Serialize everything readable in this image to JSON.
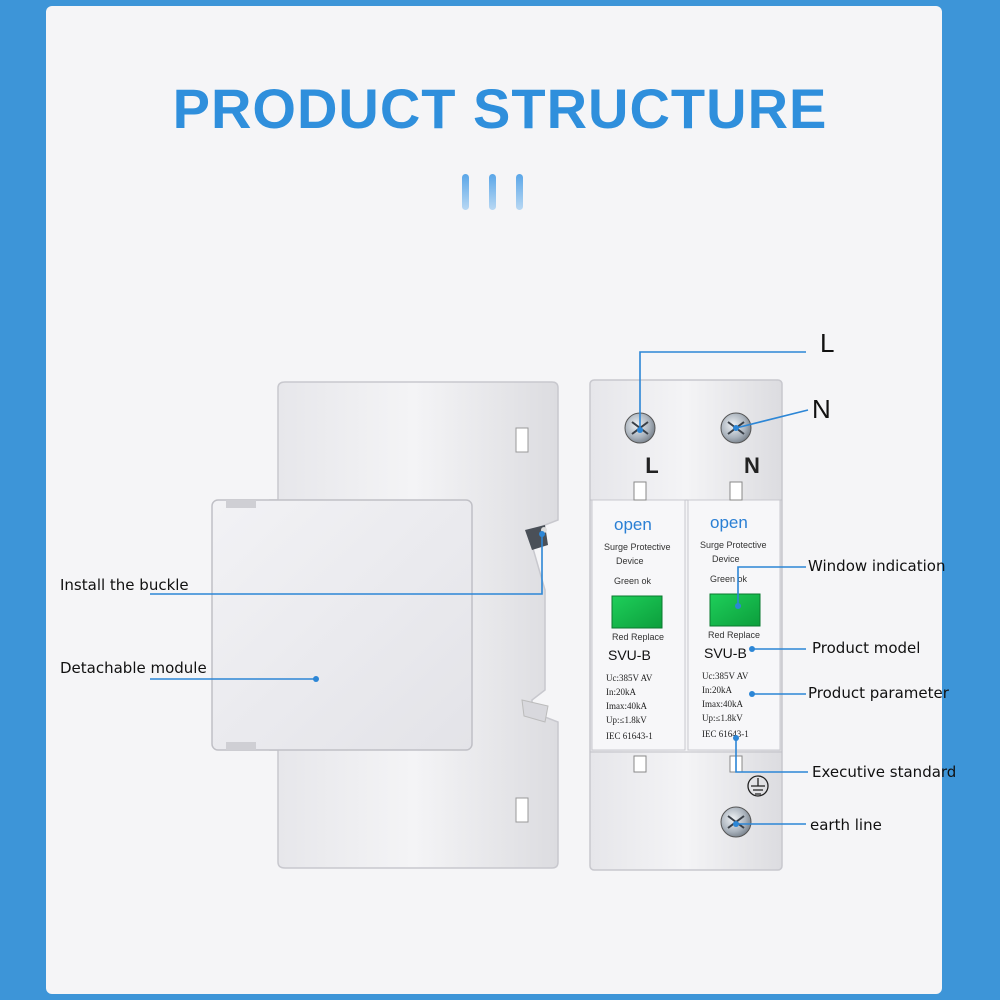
{
  "title": "PRODUCT STRUCTURE",
  "terminals": {
    "top_left": "L",
    "top_right": "N"
  },
  "modules": [
    {
      "brand": "open",
      "line1": "Surge Protective",
      "line2": "Device",
      "green_text": "Green  ok",
      "red_text": "Red Replace",
      "model": "SVU-B",
      "specs": [
        "Uc:385V AV",
        "In:20kA",
        "Imax:40kA",
        "Up:≤1.8kV",
        "IEC 61643-1"
      ]
    },
    {
      "brand": "open",
      "line1": "Surge Protective",
      "line2": "Device",
      "green_text": "Green  ok",
      "red_text": "Red Replace",
      "model": "SVU-B",
      "specs": [
        "Uc:385V AV",
        "In:20kA",
        "Imax:40kA",
        "Up:≤1.8kV",
        "IEC 61643-1"
      ]
    }
  ],
  "callouts": {
    "L": "L",
    "N": "N",
    "buckle": "Install the buckle",
    "module": "Detachable module",
    "window": "Window indication",
    "model": "Product model",
    "parameter": "Product parameter",
    "standard": "Executive standard",
    "earth": "earth line"
  },
  "colors": {
    "accent": "#2f8fdc",
    "background": "#3d95d8",
    "window": "#12b84a",
    "leader": "#2c86d6"
  }
}
